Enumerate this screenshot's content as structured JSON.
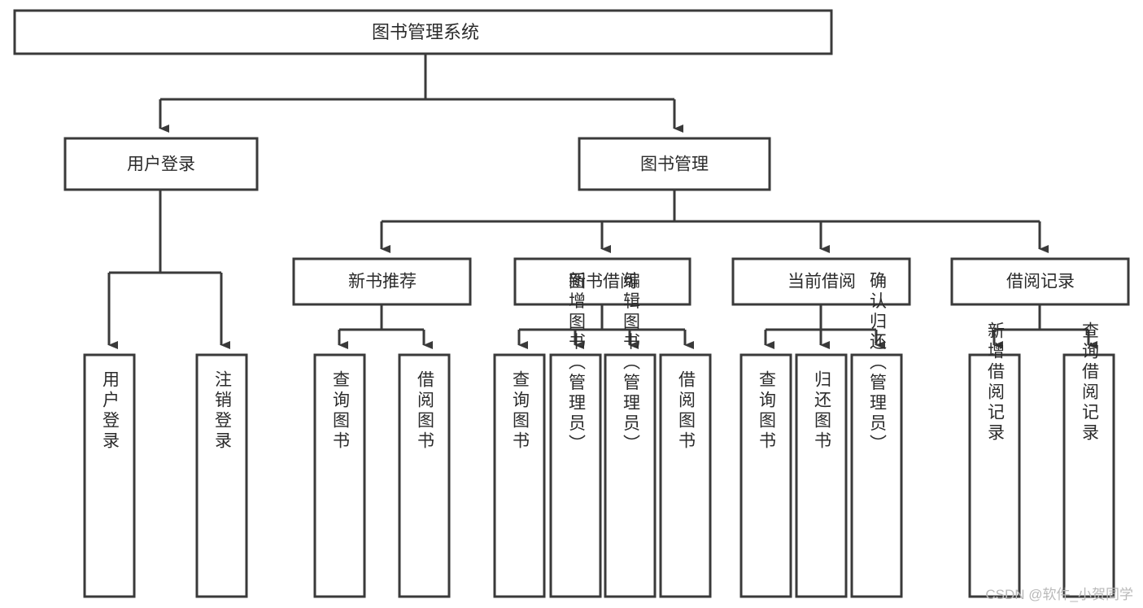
{
  "diagram": {
    "type": "tree-hierarchy-chart",
    "title_node": {
      "id": "root",
      "label": "图书管理系统"
    },
    "level2": [
      {
        "id": "user-login",
        "label": "用户登录"
      },
      {
        "id": "book-manage",
        "label": "图书管理"
      }
    ],
    "level3": [
      {
        "id": "new-book-rec",
        "label": "新书推荐",
        "parent": "book-manage"
      },
      {
        "id": "book-borrow",
        "label": "图书借阅",
        "parent": "book-manage"
      },
      {
        "id": "current-borrow",
        "label": "当前借阅",
        "parent": "book-manage"
      },
      {
        "id": "borrow-record",
        "label": "借阅记录",
        "parent": "book-manage"
      }
    ],
    "leaves": [
      {
        "id": "leaf-user-login",
        "label": "用户登录",
        "parent": "user-login"
      },
      {
        "id": "leaf-user-logout",
        "label": "注销登录",
        "parent": "user-login"
      },
      {
        "id": "leaf-query-book-1",
        "label": "查询图书",
        "parent": "new-book-rec"
      },
      {
        "id": "leaf-borrow-book-1",
        "label": "借阅图书",
        "parent": "new-book-rec"
      },
      {
        "id": "leaf-query-book-2",
        "label": "查询图书",
        "parent": "book-borrow"
      },
      {
        "id": "leaf-add-book",
        "label": "新增图书（管理员）",
        "parent": "book-borrow"
      },
      {
        "id": "leaf-edit-book",
        "label": "编辑图书（管理员）",
        "parent": "book-borrow"
      },
      {
        "id": "leaf-borrow-book-2",
        "label": "借阅图书",
        "parent": "book-borrow"
      },
      {
        "id": "leaf-query-book-3",
        "label": "查询图书",
        "parent": "current-borrow"
      },
      {
        "id": "leaf-return-book",
        "label": "归还图书",
        "parent": "current-borrow"
      },
      {
        "id": "leaf-confirm-return",
        "label": "确认归还（管理员）",
        "parent": "current-borrow"
      },
      {
        "id": "leaf-add-record",
        "label": "新增借阅记录",
        "parent": "borrow-record"
      },
      {
        "id": "leaf-query-record",
        "label": "查询借阅记录",
        "parent": "borrow-record"
      }
    ],
    "colors": {
      "stroke": "#3a3a3a",
      "fill": "#ffffff",
      "text": "#2b2b2b",
      "watermark": "#b9b9b9"
    }
  },
  "watermark": {
    "text": "CSDN @软件_小贺同学"
  }
}
